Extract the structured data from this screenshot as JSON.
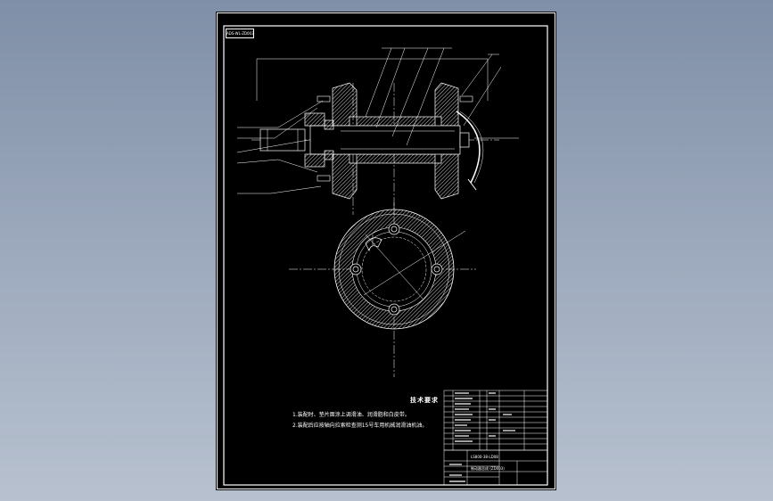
{
  "drawing": {
    "doc_code": "ADS-WL-ZD003",
    "technical_requirements": {
      "title": "技术要求",
      "notes": [
        "1.装配时、垫片面涂上调滑油、润滑脂和白皮带。",
        "2.装配后应按轴向拉索检查测15号车用机械润滑油机油。"
      ]
    },
    "title_block": {
      "drawing_number": "LS800-38-LD08",
      "drawing_name": "制动器总成 (ZD003)"
    }
  }
}
